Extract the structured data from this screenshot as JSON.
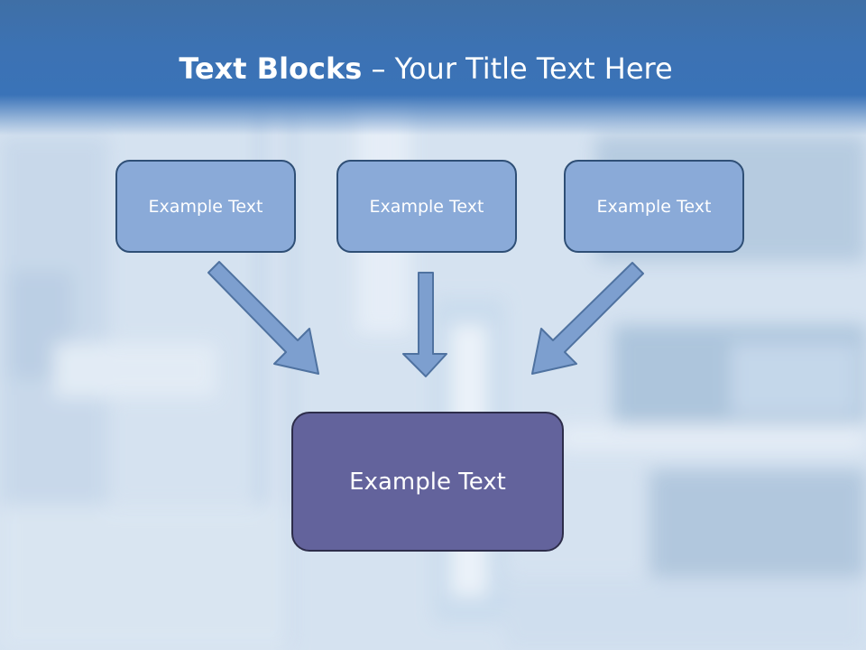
{
  "slide": {
    "title_bold": "Text Blocks",
    "title_dash": " – ",
    "title_rest": "Your Title Text Here"
  },
  "boxes": {
    "top_left": "Example Text",
    "top_center": "Example Text",
    "top_right": "Example Text",
    "bottom": "Example Text"
  },
  "colors": {
    "title_band": "#3a73b8",
    "small_box_fill": "#8aaad8",
    "large_box_fill": "#63639c",
    "arrow_fill": "#7d9fcf"
  }
}
